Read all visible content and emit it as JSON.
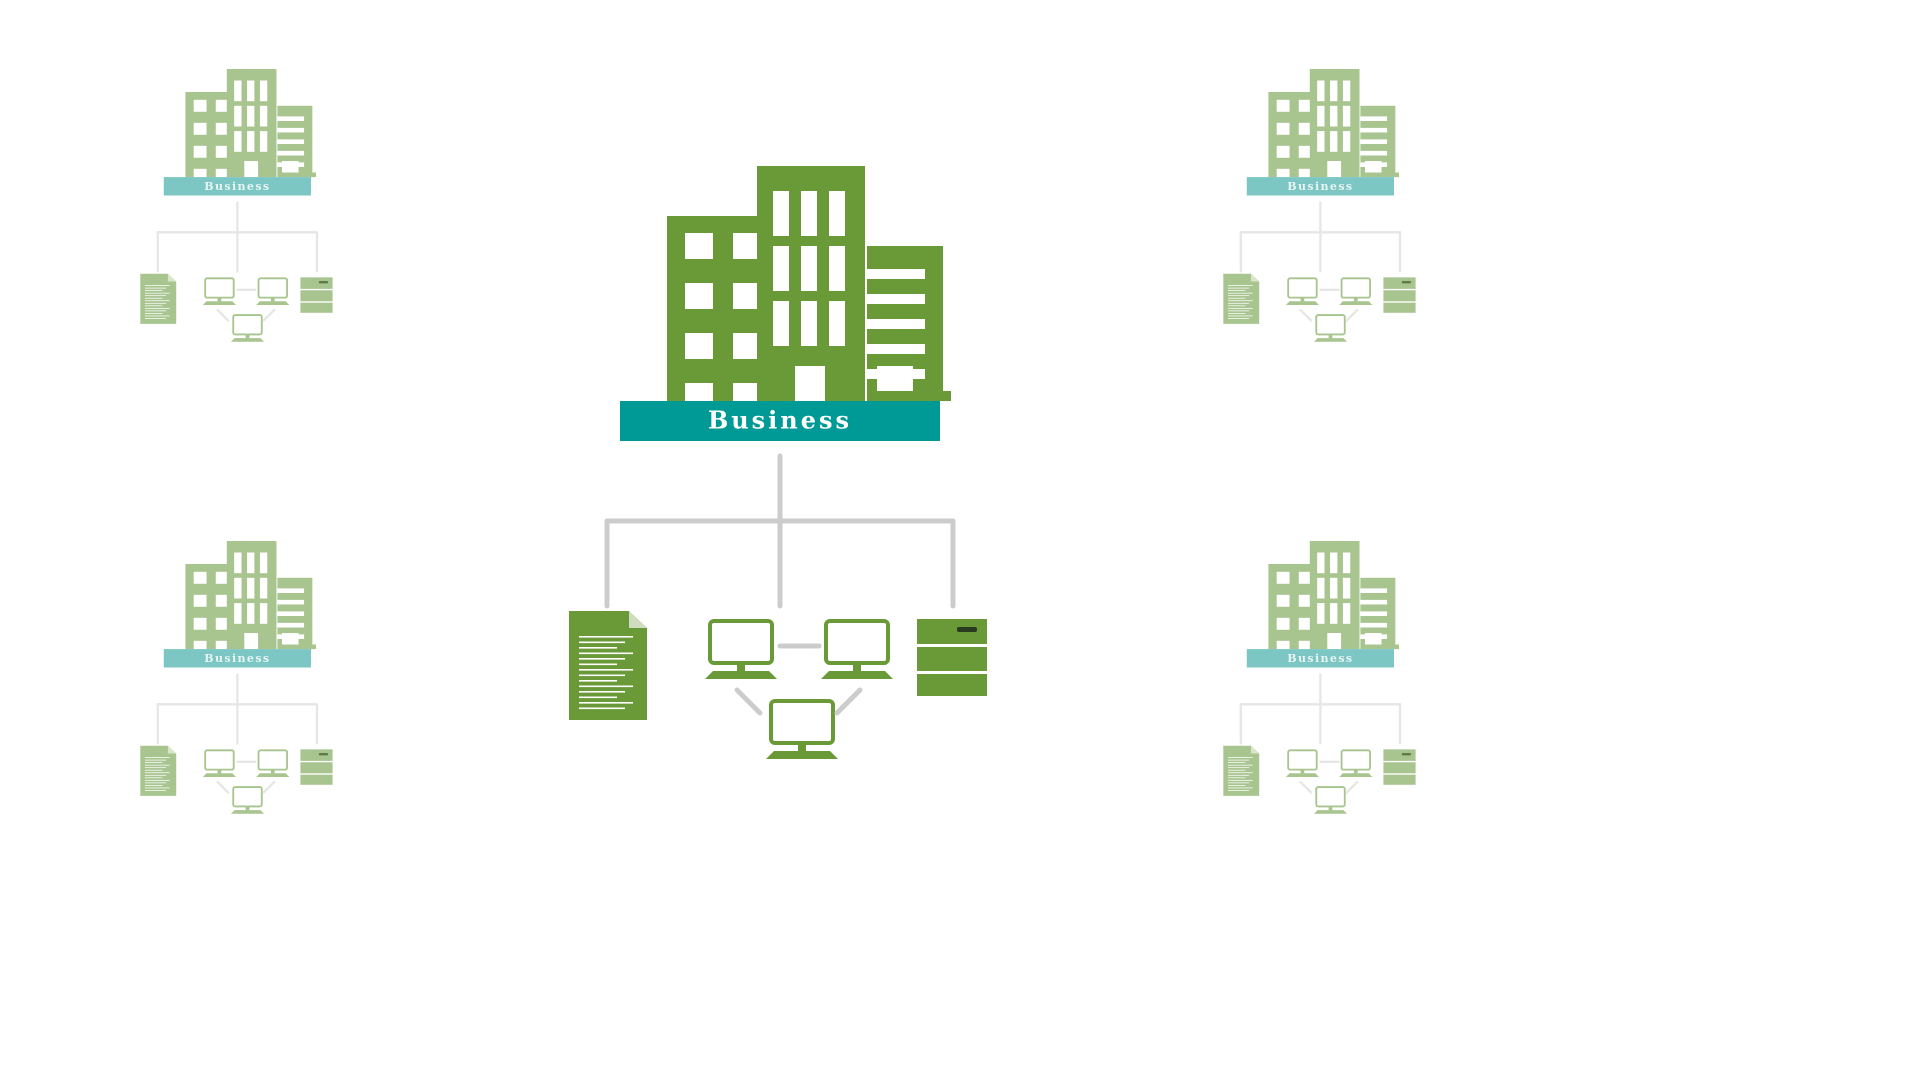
{
  "colors": {
    "building_main": "#6a9a38",
    "building_faded": "#a8c48f",
    "label_main": "#009a96",
    "label_faded": "#7cc6c3",
    "connector_main": "#cccccc",
    "connector_faded": "#e6e6e6",
    "background": "#ffffff"
  },
  "main_unit": {
    "label": "Business",
    "icons": [
      "building-icon",
      "document-icon",
      "computer-network-icon",
      "server-icon"
    ]
  },
  "corner_units": [
    {
      "position": "top-left",
      "label": "Business"
    },
    {
      "position": "top-right",
      "label": "Business"
    },
    {
      "position": "bottom-left",
      "label": "Business"
    },
    {
      "position": "bottom-right",
      "label": "Business"
    }
  ]
}
